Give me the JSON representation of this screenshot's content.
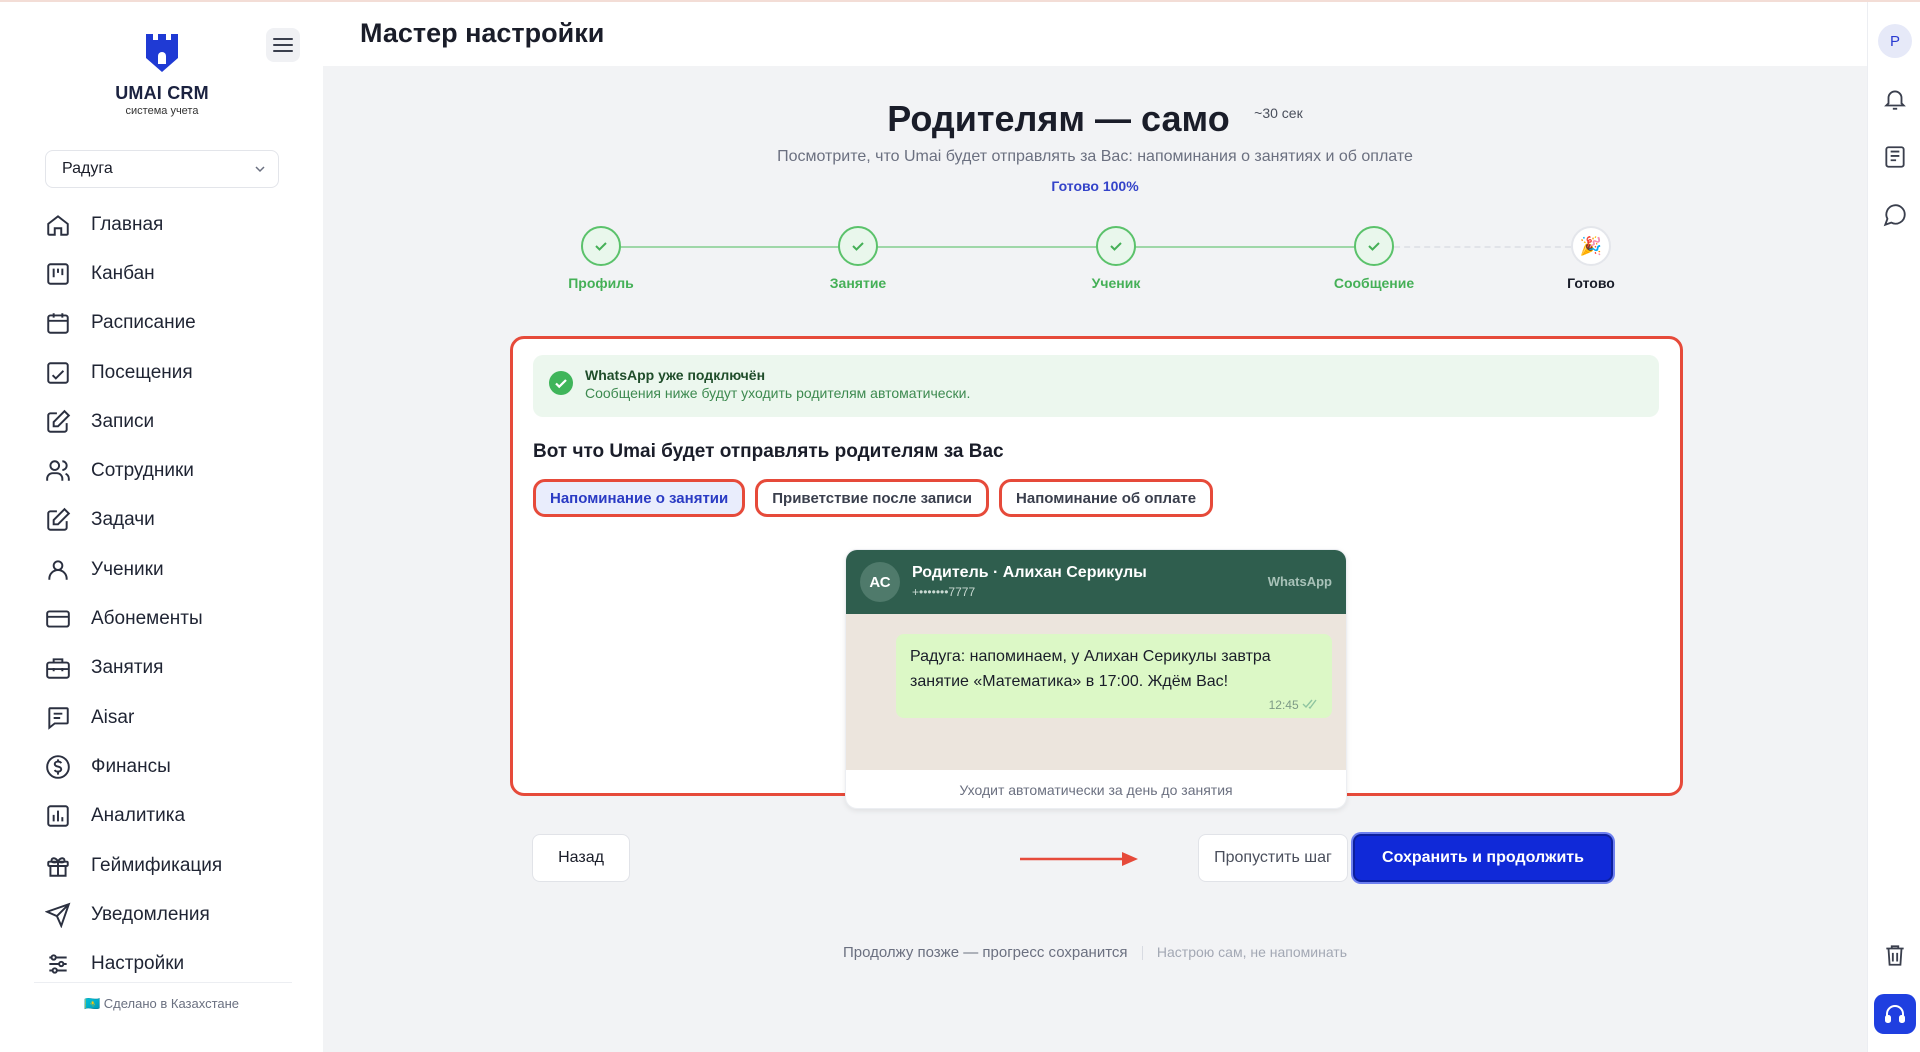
{
  "app": {
    "name": "UMAI CRM",
    "tagline": "система учета",
    "page_title": "Мастер настройки",
    "made_in": "🇰🇿 Сделано в Казахстане"
  },
  "sidebar": {
    "branch": "Радуга",
    "items": [
      {
        "label": "Главная",
        "icon": "home-icon"
      },
      {
        "label": "Канбан",
        "icon": "kanban-icon"
      },
      {
        "label": "Расписание",
        "icon": "calendar-icon"
      },
      {
        "label": "Посещения",
        "icon": "attendance-icon"
      },
      {
        "label": "Записи",
        "icon": "edit-icon"
      },
      {
        "label": "Сотрудники",
        "icon": "users-icon"
      },
      {
        "label": "Задачи",
        "icon": "tasks-icon"
      },
      {
        "label": "Ученики",
        "icon": "user-icon"
      },
      {
        "label": "Абонементы",
        "icon": "card-icon"
      },
      {
        "label": "Занятия",
        "icon": "briefcase-icon"
      },
      {
        "label": "Aisar",
        "icon": "chat-icon"
      },
      {
        "label": "Финансы",
        "icon": "dollar-icon"
      },
      {
        "label": "Аналитика",
        "icon": "chart-icon"
      },
      {
        "label": "Геймификация",
        "icon": "gift-icon"
      },
      {
        "label": "Уведомления",
        "icon": "send-icon"
      },
      {
        "label": "Настройки",
        "icon": "sliders-icon"
      }
    ]
  },
  "rail": {
    "avatar_letter": "P"
  },
  "wizard": {
    "title": "Родителям — само",
    "eta": "~30 сек",
    "subtitle": "Посмотрите, что Umai будет отправлять за Вас: напоминания о занятиях и об оплате",
    "progress_text": "Готово 100%",
    "steps": [
      {
        "label": "Профиль",
        "state": "done"
      },
      {
        "label": "Занятие",
        "state": "done"
      },
      {
        "label": "Ученик",
        "state": "done"
      },
      {
        "label": "Сообщение",
        "state": "done"
      },
      {
        "label": "Готово",
        "state": "current",
        "icon": "🎉"
      }
    ]
  },
  "card": {
    "banner_title": "WhatsApp уже подключён",
    "banner_text": "Сообщения ниже будут уходить родителям автоматически.",
    "heading": "Вот что Umai будет отправлять родителям за Вас",
    "tabs": [
      {
        "label": "Напоминание о занятии",
        "active": true
      },
      {
        "label": "Приветствие после записи",
        "active": false
      },
      {
        "label": "Напоминание об оплате",
        "active": false
      }
    ],
    "preview": {
      "avatar": "АС",
      "name": "Родитель · Алихан Серикулы",
      "phone": "+•••••••7777",
      "channel": "WhatsApp",
      "message": "Радуга: напоминаем, у Алихан Серикулы завтра занятие «Математика» в 17:00. Ждём Вас!",
      "time": "12:45",
      "note": "Уходит автоматически за день до занятия"
    },
    "buttons": {
      "back": "Назад",
      "skip": "Пропустить шаг",
      "save": "Сохранить и продолжить"
    }
  },
  "footer": {
    "later": "Продолжу позже — прогресс сохранится",
    "self": "Настрою сам, не напоминать"
  },
  "colors": {
    "accent": "#1029d8",
    "success": "#5bc26b",
    "highlight": "#e64a3a",
    "whatsapp_header": "#2f5e4e"
  }
}
